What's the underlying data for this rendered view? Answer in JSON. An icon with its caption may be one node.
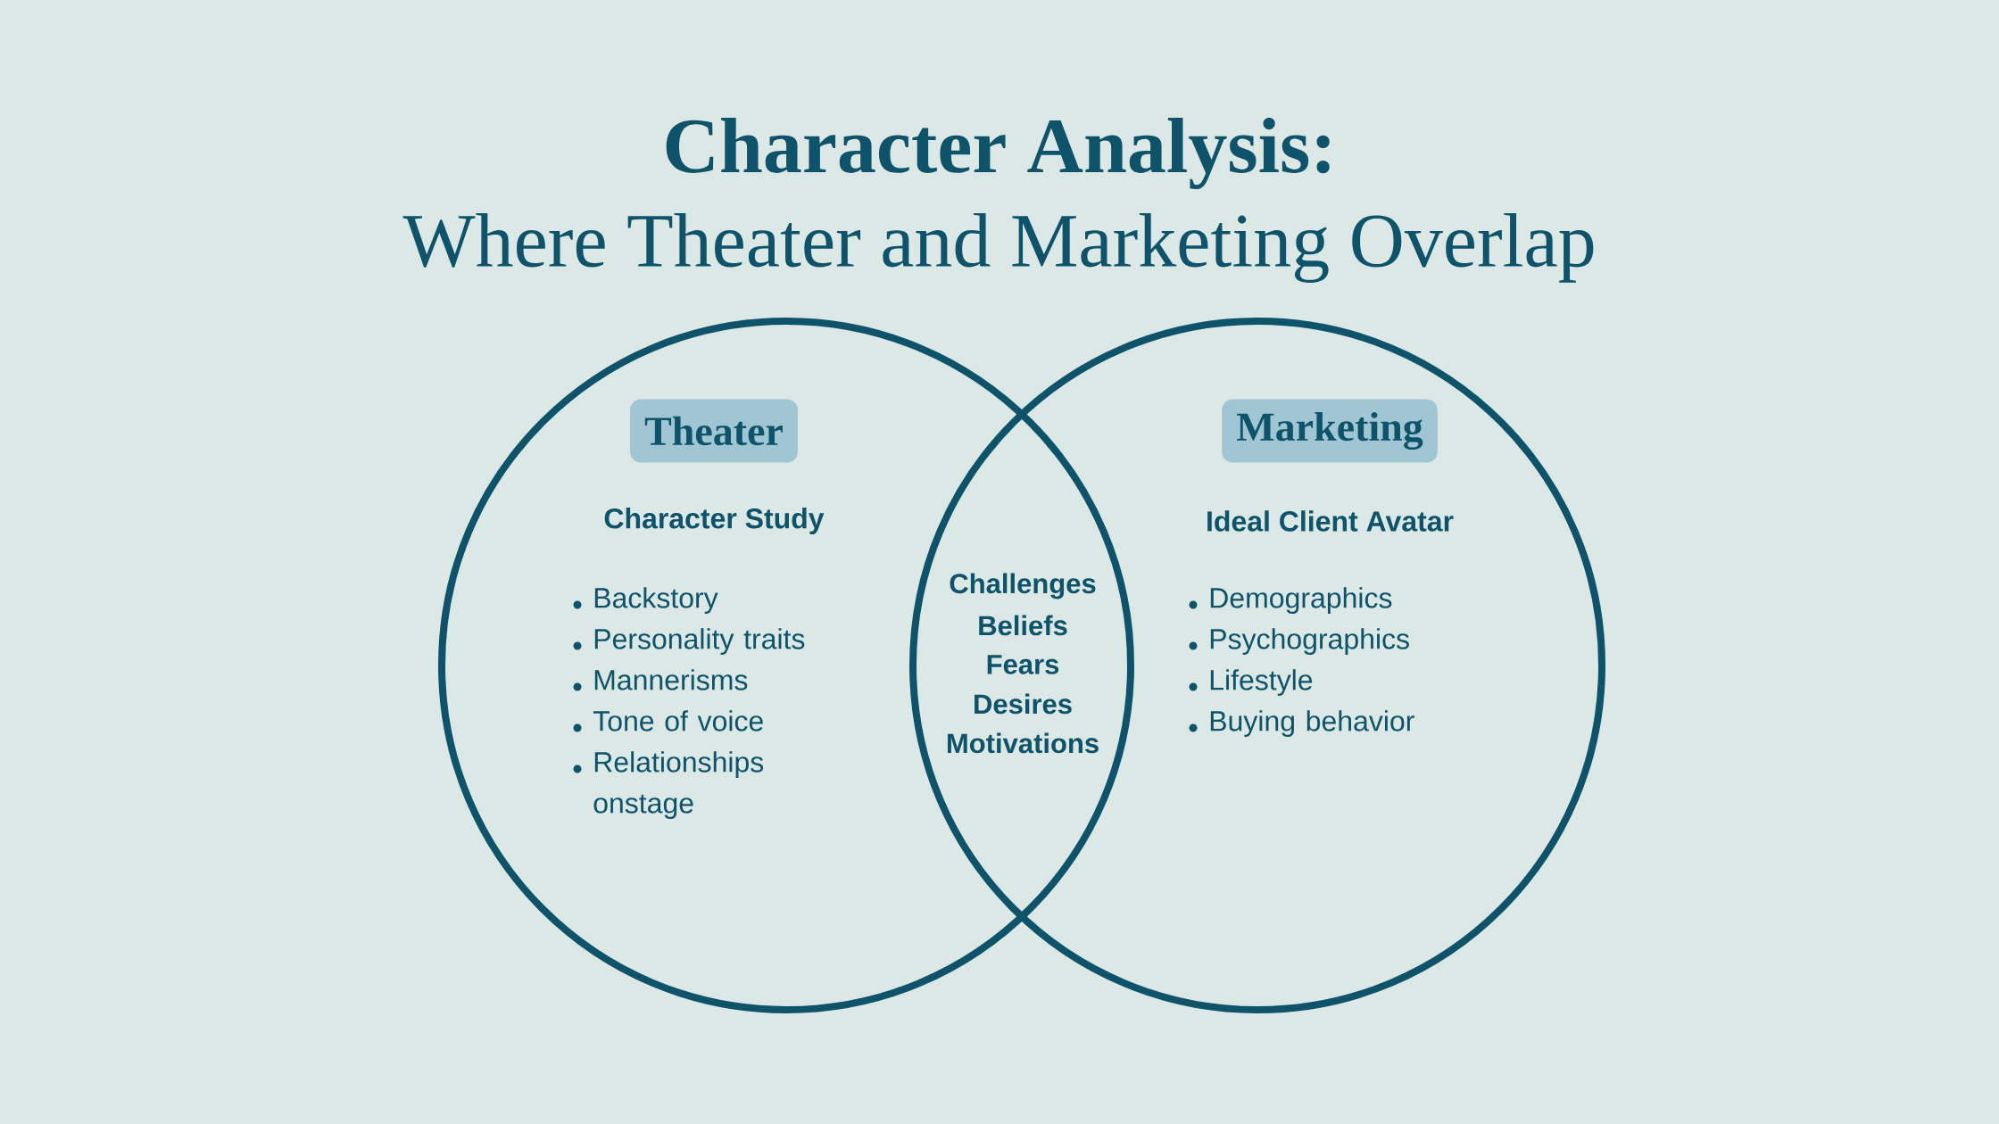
{
  "diagram": {
    "title": "Character Analysis:",
    "nodes": [
      {
        "text": [
          "Character Study",
          "Backstory",
          "Personality traits",
          "Mannerisms",
          "Tone of voice",
          "Relationships onstage"
        ]
      },
      {
        "text": [
          "Theater"
        ],
        "in": 0
      },
      {
        "text": [
          "Ideal Client Avatar",
          "Demographics",
          "Psychographics",
          "Lifestyle",
          "Buying behavior"
        ]
      },
      {
        "text": [
          "Marketing"
        ],
        "in": 2
      }
    ],
    "labels": [
      "Where Theater and Marketing Overlap",
      "Challenges",
      "Beliefs",
      "Fears",
      "Desires",
      "Motivations"
    ]
  }
}
